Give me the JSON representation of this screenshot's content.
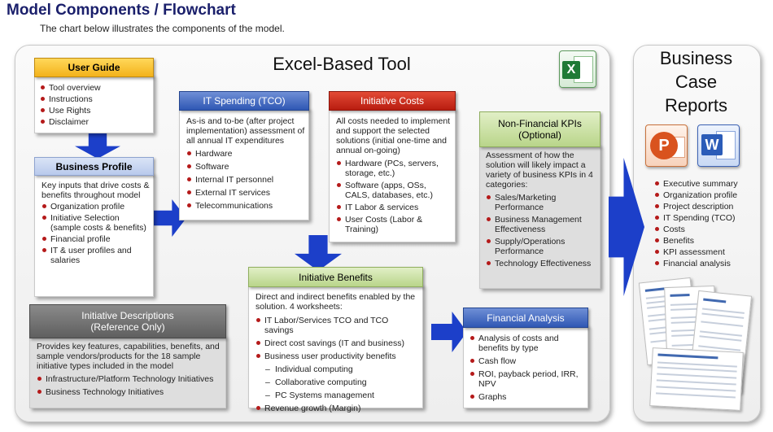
{
  "header": {
    "title": "Model Components / Flowchart",
    "subtitle": "The chart below illustrates the components of the model."
  },
  "main_panel": {
    "title": "Excel-Based Tool"
  },
  "reports_panel": {
    "title_lines": [
      "Business",
      "Case",
      "Reports"
    ],
    "items": [
      "Executive summary",
      "Organization profile",
      "Project description",
      "IT Spending (TCO)",
      "Costs",
      "Benefits",
      "KPI assessment",
      "Financial analysis"
    ]
  },
  "icons": {
    "excel": "excel-icon",
    "powerpoint": "powerpoint-icon",
    "word": "word-icon",
    "excel_letter": "X",
    "powerpoint_letter": "P",
    "word_letter": "W"
  },
  "boxes": {
    "user_guide": {
      "title": "User Guide",
      "items": [
        "Tool overview",
        "Instructions",
        "Use Rights",
        "Disclaimer"
      ]
    },
    "business_profile": {
      "title": "Business Profile",
      "description": "Key inputs that drive costs & benefits throughout model",
      "items": [
        "Organization profile",
        "Initiative Selection (sample costs & benefits)",
        "Financial profile",
        "IT & user profiles and salaries"
      ]
    },
    "it_spending": {
      "title": "IT Spending (TCO)",
      "description": "As-is and to-be (after project implementation) assessment of all annual IT expenditures",
      "items": [
        "Hardware",
        "Software",
        "Internal IT personnel",
        "External IT services",
        "Telecommunications"
      ]
    },
    "initiative_costs": {
      "title": "Initiative Costs",
      "description": "All costs needed to implement and support the selected solutions (initial one-time and annual on-going)",
      "items": [
        "Hardware (PCs, servers, storage, etc.)",
        "Software (apps, OSs, CALS, databases, etc.)",
        "IT Labor & services",
        "User Costs (Labor & Training)"
      ]
    },
    "non_financial_kpis": {
      "title_lines": [
        "Non-Financial KPIs",
        "(Optional)"
      ],
      "description": "Assessment of how the solution  will likely impact a variety of business KPIs in 4 categories:",
      "items": [
        "Sales/Marketing Performance",
        "Business Management Effectiveness",
        "Supply/Operations Performance",
        "Technology Effectiveness"
      ]
    },
    "initiative_descriptions": {
      "title_lines": [
        "Initiative Descriptions",
        "(Reference Only)"
      ],
      "description": "Provides key features, capabilities, benefits, and sample vendors/products for the 18 sample initiative types included in the model",
      "items": [
        "Infrastructure/Platform Technology Initiatives",
        "Business Technology Initiatives"
      ]
    },
    "initiative_benefits": {
      "title": "Initiative Benefits",
      "description": "Direct and indirect benefits enabled by the solution. 4 worksheets:",
      "items": [
        {
          "text": "IT Labor/Services TCO and TCO savings",
          "sub": false
        },
        {
          "text": "Direct cost savings (IT and business)",
          "sub": false
        },
        {
          "text": "Business user productivity benefits",
          "sub": false
        },
        {
          "text": "Individual computing",
          "sub": true
        },
        {
          "text": "Collaborative computing",
          "sub": true
        },
        {
          "text": "PC Systems management",
          "sub": true
        },
        {
          "text": "Revenue growth (Margin)",
          "sub": false
        }
      ]
    },
    "financial_analysis": {
      "title": "Financial Analysis",
      "items": [
        "Analysis of costs and benefits by type",
        "Cash flow",
        "ROI, payback period, IRR, NPV",
        "Graphs"
      ]
    }
  },
  "colors": {
    "title": "#1a1f6b",
    "arrow": "#1c3fc9",
    "bullet": "#b51a1a",
    "yellow_header": "#f3b21b",
    "blue_header": "#2f57b4",
    "red_header": "#b81d10",
    "green_header": "#b9d58a",
    "gray_header": "#5f5f5f"
  }
}
